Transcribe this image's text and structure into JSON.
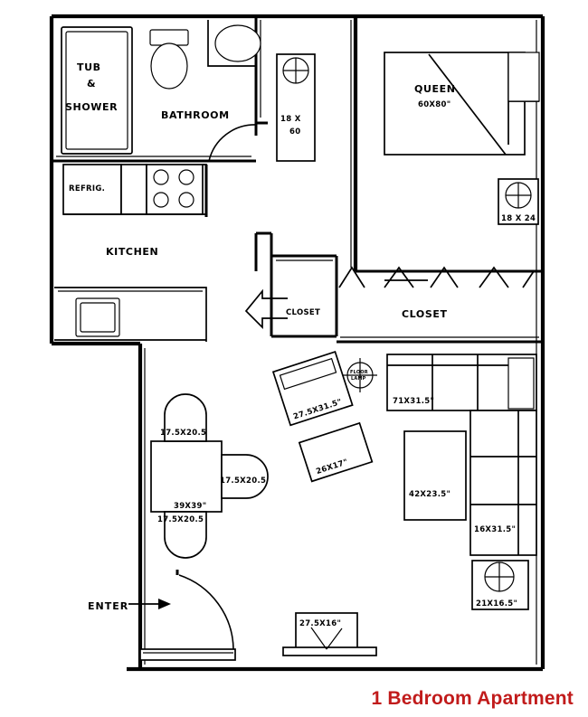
{
  "document": {
    "title": "1 Bedroom Apartment",
    "title_color": "#c11b1b",
    "type": "hand-drawn architectural floor plan",
    "background_color": "#ffffff",
    "line_color": "#000000"
  },
  "rooms": [
    {
      "id": "bathroom",
      "label": "BATHROOM"
    },
    {
      "id": "kitchen",
      "label": "KITCHEN"
    },
    {
      "id": "closet_small",
      "label": "CLOSET"
    },
    {
      "id": "closet_large",
      "label": "CLOSET"
    }
  ],
  "fixtures": [
    {
      "id": "tub_shower",
      "label_line1": "TUB",
      "label_line2": "&",
      "label_line3": "SHOWER"
    },
    {
      "id": "refrigerator",
      "label": "REFRIG."
    },
    {
      "id": "floor_lamp",
      "label_line1": "FLOOR",
      "label_line2": "LAMP"
    }
  ],
  "furniture": [
    {
      "id": "bed_queen",
      "label_line1": "QUEEN",
      "label_line2": "60X80\""
    },
    {
      "id": "dresser_tall",
      "label_line1": "18 X",
      "label_line2": "60"
    },
    {
      "id": "nightstand",
      "label": "18 X 24"
    },
    {
      "id": "sofa_long",
      "label": "71X31.5\""
    },
    {
      "id": "sofa_side",
      "label": "16X31.5\""
    },
    {
      "id": "coffee_table",
      "label": "42X23.5\""
    },
    {
      "id": "armchair_upper",
      "label": "27.5X31.5\""
    },
    {
      "id": "ottoman_lower",
      "label": "26X17\""
    },
    {
      "id": "dining_table",
      "label": "39X39\""
    },
    {
      "id": "dining_chair_top",
      "label": "17.5X20.5"
    },
    {
      "id": "dining_chair_right",
      "label": "17.5X20.5"
    },
    {
      "id": "dining_chair_bottom",
      "label": "17.5X20.5"
    },
    {
      "id": "tv_console",
      "label": "27.5X16\""
    },
    {
      "id": "side_table_bottom",
      "label": "21X16.5\""
    }
  ],
  "annotations": {
    "entrance_label": "ENTER"
  }
}
